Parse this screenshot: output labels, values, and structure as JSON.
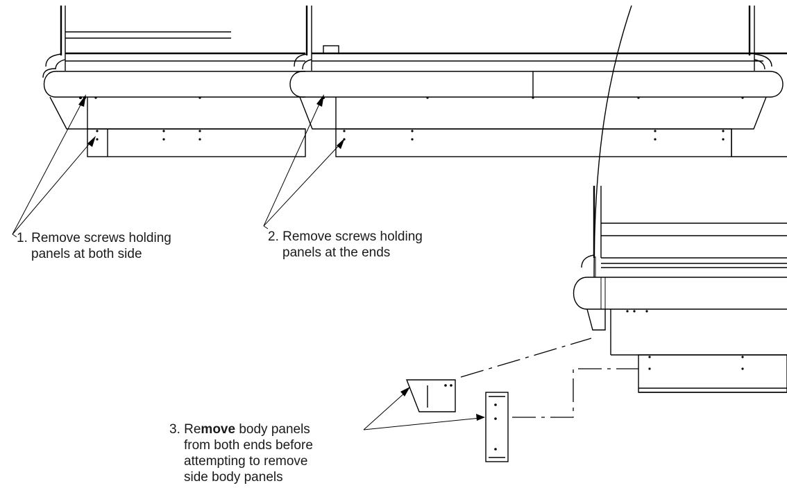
{
  "figure": {
    "callouts": [
      {
        "id": "step-1",
        "lines": [
          "1. Remove screws holding",
          "panels at both side"
        ]
      },
      {
        "id": "step-2",
        "lines": [
          "2. Remove screws holding",
          "panels at the ends"
        ]
      },
      {
        "id": "step-3",
        "prefix": "3. Re",
        "bold": "move",
        "suffix": " body panels",
        "lines": [
          "from both ends before",
          "attempting to remove",
          "side body panels"
        ]
      }
    ]
  }
}
